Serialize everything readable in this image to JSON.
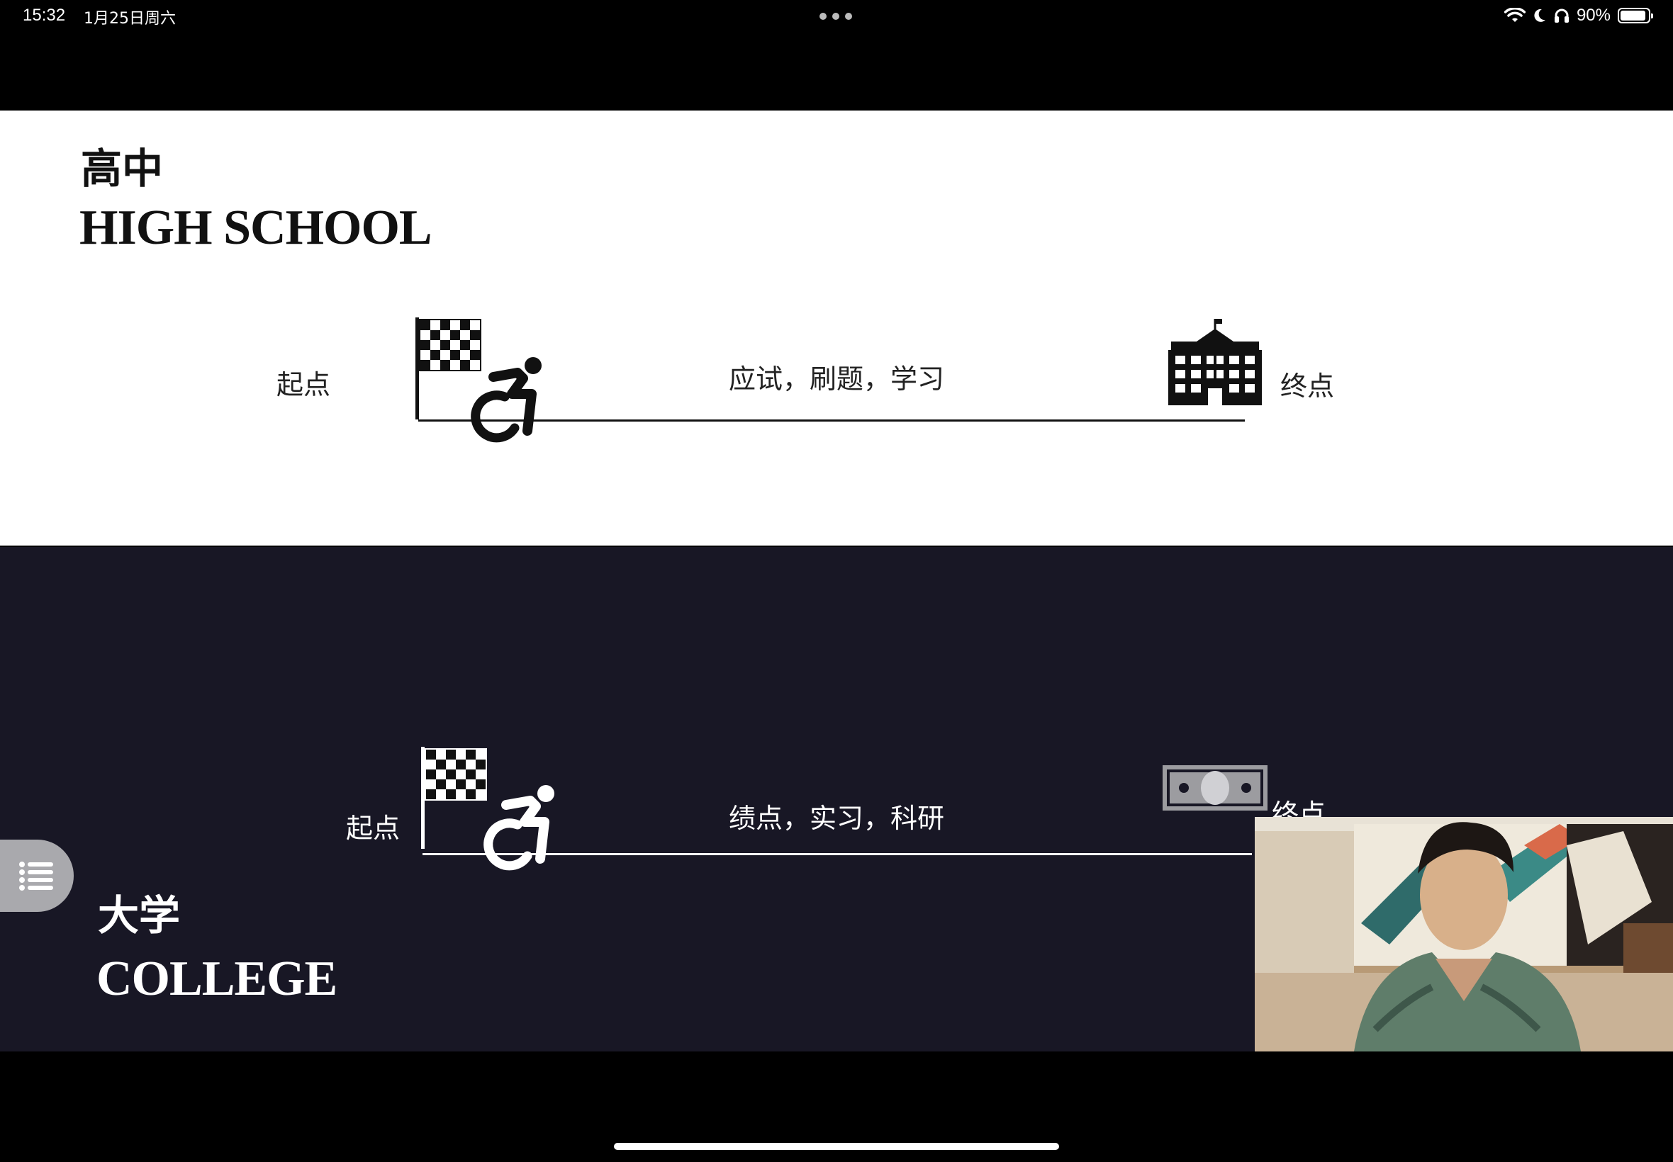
{
  "status_bar": {
    "time": "15:32",
    "date": "1月25日周六",
    "battery_percent": "90%",
    "battery_level": 0.9,
    "icons": [
      "wifi-icon",
      "moon-icon",
      "headphones-icon",
      "battery-icon"
    ]
  },
  "slide_top": {
    "title_zh": "高中",
    "title_en": "HIGH SCHOOL",
    "start_label": "起点",
    "activities": "应试，刷题，学习",
    "end_label": "终点",
    "start_icons": [
      "checkered-flag-icon",
      "wheelchair-icon"
    ],
    "end_icon": "school-building-icon",
    "background": "#ffffff",
    "text_color": "#111111"
  },
  "slide_bottom": {
    "title_zh": "大学",
    "title_en": "COLLEGE",
    "start_label": "起点",
    "activities": "绩点，实习，科研",
    "end_label": "终点",
    "start_icons": [
      "checkered-flag-icon",
      "wheelchair-icon"
    ],
    "end_icon": "banknote-icon",
    "background": "#181725",
    "text_color": "#ffffff"
  },
  "overlay": {
    "list_button_icon": "list-icon",
    "video_thumbnail": "presenter-video"
  }
}
